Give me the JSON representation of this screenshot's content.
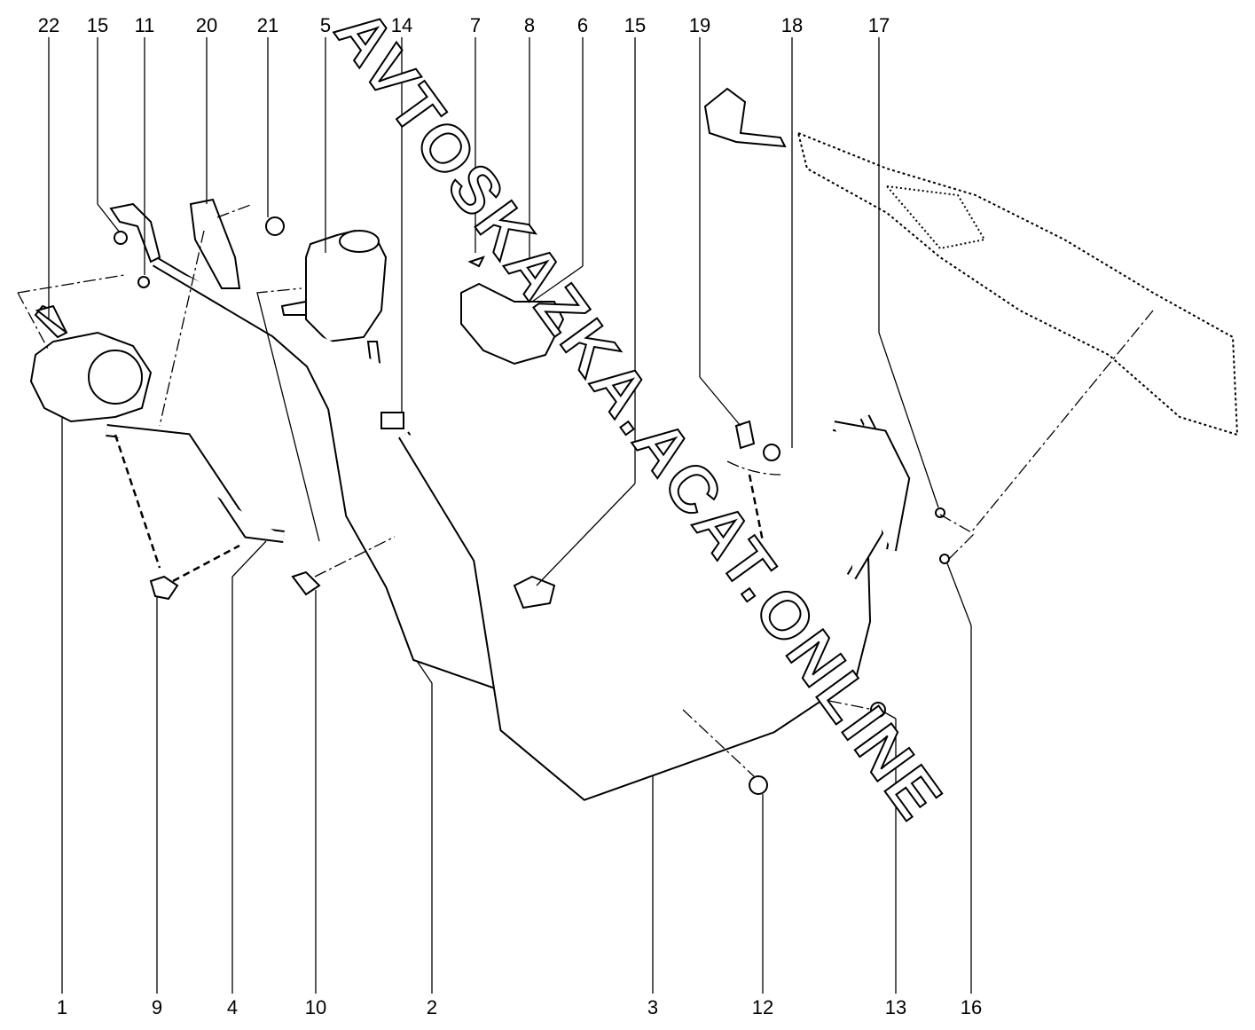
{
  "labels_top": [
    "22",
    "15",
    "11",
    "20",
    "21",
    "5",
    "14",
    "7",
    "8",
    "6",
    "15",
    "19",
    "18",
    "17"
  ],
  "labels_bottom": [
    "1",
    "9",
    "4",
    "10",
    "2",
    "3",
    "12",
    "13",
    "16"
  ],
  "watermark": "AVTOSKAZKA.ACAT.ONLINE"
}
